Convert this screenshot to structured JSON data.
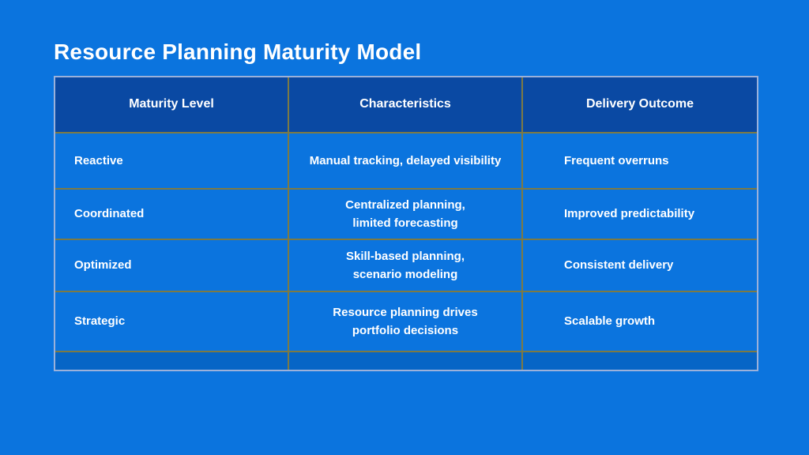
{
  "page": {
    "background_color": "#0b74de",
    "header_bg_color": "#0a49a3",
    "empty_row_color": "#0665c6",
    "grid_line_color": "#7d7a43",
    "outer_border_color": "#9bb1da",
    "text_color": "#ffffff"
  },
  "title": "Resource Planning Maturity Model",
  "table": {
    "columns": [
      {
        "label": "Maturity Level"
      },
      {
        "label": "Characteristics"
      },
      {
        "label": "Delivery Outcome"
      }
    ],
    "rows": [
      {
        "level": "Reactive",
        "characteristics": "Manual tracking, delayed visibility",
        "outcome": "Frequent overruns"
      },
      {
        "level": "Coordinated",
        "characteristics": "Centralized planning,\nlimited forecasting",
        "outcome": "Improved predictability"
      },
      {
        "level": "Optimized",
        "characteristics": "Skill-based planning,\nscenario modeling",
        "outcome": "Consistent delivery"
      },
      {
        "level": "Strategic",
        "characteristics": "Resource planning drives\nportfolio decisions",
        "outcome": "Scalable growth"
      }
    ]
  }
}
